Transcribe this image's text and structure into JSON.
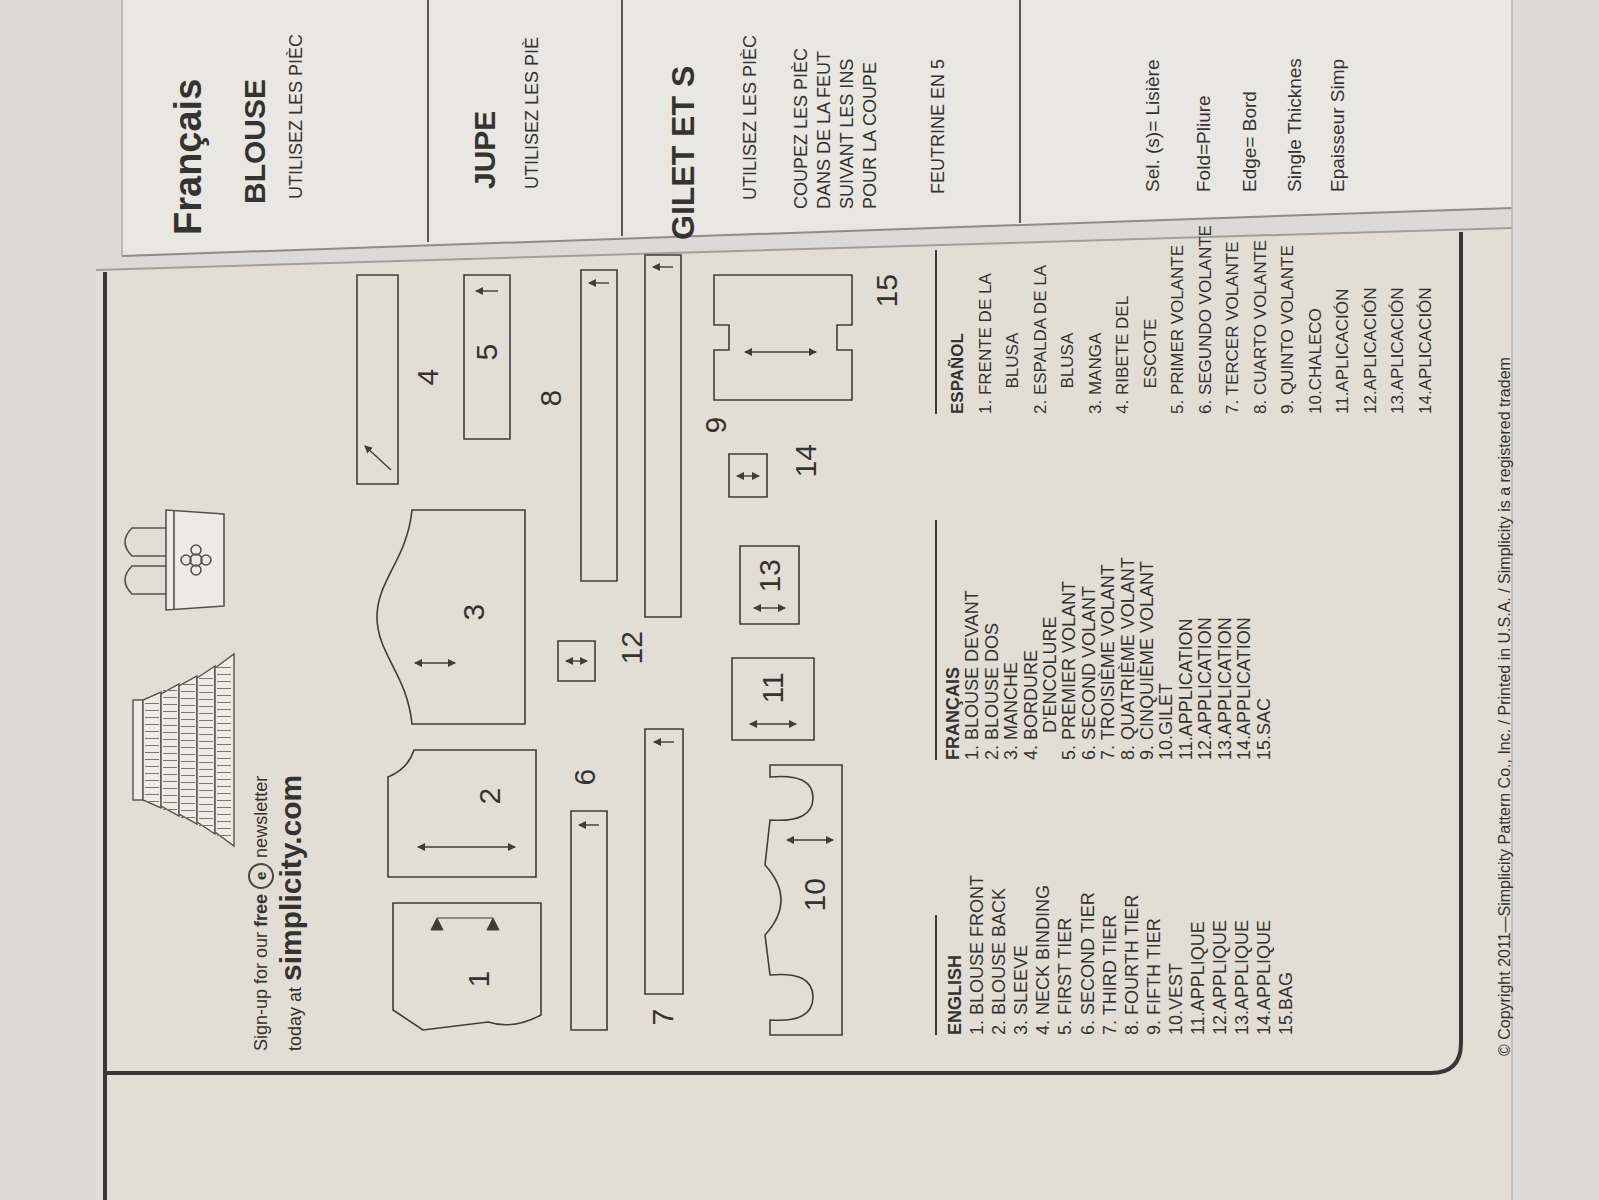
{
  "diagram": {
    "nodes": [
      {
        "text": [
          "1"
        ]
      },
      {
        "text": [
          "2"
        ]
      },
      {
        "text": [
          "3"
        ]
      },
      {
        "text": [
          "4"
        ]
      },
      {
        "text": [
          "5"
        ]
      },
      {
        "text": [
          "6"
        ]
      },
      {
        "text": [
          "7"
        ]
      },
      {
        "text": [
          "8"
        ]
      },
      {
        "text": [
          "9"
        ]
      },
      {
        "text": [
          "10"
        ]
      },
      {
        "text": [
          "11"
        ]
      },
      {
        "text": [
          "12"
        ]
      },
      {
        "text": [
          "13"
        ]
      },
      {
        "text": [
          "14"
        ]
      },
      {
        "text": [
          "15"
        ]
      }
    ],
    "labels": [
      "Sign-up for our",
      "free",
      "e",
      "newsletter",
      "today at",
      "simplicity.com",
      "ENGLISH",
      "1. BLOUSE FRONT",
      "2. BLOUSE BACK",
      "3. SLEEVE",
      "4. NECK BINDING",
      "5. FIRST TIER",
      "6. SECOND TIER",
      "7. THIRD TIER",
      "8. FOURTH TIER",
      "9. FIFTH TIER",
      "10.VEST",
      "11.APPLIQUE",
      "12.APPLIQUE",
      "13.APPLIQUE",
      "14.APPLIQUE",
      "15.BAG",
      "FRANÇAIS",
      "1. BLOUSE DEVANT",
      "2. BLOUSE DOS",
      "3. MANCHE",
      "4. BORDURE D'ENCOLURE",
      "5. PREMIER VOLANT",
      "6. SECOND VOLANT",
      "7. TROISIÈME VOLANT",
      "8. QUATRIÈME VOLANT",
      "9. CINQUIÈME VOLANT",
      "10.GILET",
      "11.APPLICATION",
      "12.APPLICATION",
      "13.APPLICATION",
      "14.APPLICATION",
      "15.SAC",
      "ESPAÑOL",
      "1. FRENTE DE LA BLUSA",
      "2. ESPALDA DE LA BLUSA",
      "3. MANGA",
      "4. RIBETE DEL ESCOTE",
      "5. PRIMER VOLANTE",
      "6. SEGUNDO VOLANTE",
      "7. TERCER VOLANTE",
      "8. CUARTO VOLANTE",
      "9. QUINTO VOLANTE",
      "10.CHALECO",
      "11.APLICACIÓN",
      "12.APLICACIÓN",
      "13.APLICACIÓN",
      "14.APLICACIÓN",
      "Français",
      "BLOUSE",
      "UTILISEZ LES PIÈC",
      "JUPE",
      "UTILISEZ LES PIÈ",
      "GILET ET S",
      "UTILISEZ LES PIÈC",
      "COUPEZ LES PIÈC",
      "DANS DE LA FEUT",
      "SUIVANT LES INS",
      "POUR LA COUPE",
      "FEUTRINE EN 5",
      "Sel. (s)= Lisière",
      "Fold=Pliure",
      "Edge= Bord",
      "Single Thicknes",
      "Epaisseur Simp",
      "© Copyright 2011—Simplicity Pattern Co., Inc. / Printed in U.S.A. / Simplicity is a registered tradem"
    ]
  }
}
